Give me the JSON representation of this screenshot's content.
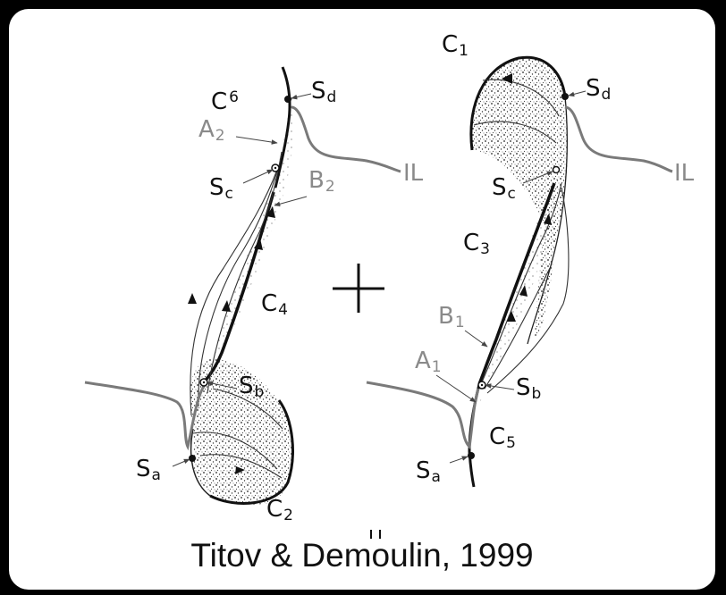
{
  "caption": "Titov & Demoulin, 1999",
  "plus_sign": "+",
  "left_panel": {
    "labels": {
      "C6": {
        "main": "C",
        "sub": "6"
      },
      "Sd": {
        "main": "S",
        "sub": "d"
      },
      "A2": {
        "main": "A",
        "sub": "2"
      },
      "Sc": {
        "main": "S",
        "sub": "c"
      },
      "B2": {
        "main": "B",
        "sub": "2"
      },
      "IL": {
        "main": "IL",
        "sub": ""
      },
      "C4": {
        "main": "C",
        "sub": "4"
      },
      "Sb": {
        "main": "S",
        "sub": "b"
      },
      "Sa": {
        "main": "S",
        "sub": "a"
      },
      "C2": {
        "main": "C",
        "sub": "2"
      }
    }
  },
  "right_panel": {
    "labels": {
      "C1": {
        "main": "C",
        "sub": "1"
      },
      "Sd": {
        "main": "S",
        "sub": "d"
      },
      "Sc": {
        "main": "S",
        "sub": "c"
      },
      "IL": {
        "main": "IL",
        "sub": ""
      },
      "C3": {
        "main": "C",
        "sub": "3"
      },
      "B1": {
        "main": "B",
        "sub": "1"
      },
      "A1": {
        "main": "A",
        "sub": "1"
      },
      "Sb": {
        "main": "S",
        "sub": "b"
      },
      "C5": {
        "main": "C",
        "sub": "5"
      },
      "Sa": {
        "main": "S",
        "sub": "a"
      }
    }
  },
  "colors": {
    "background": "#000000",
    "panel": "#ffffff",
    "ink": "#111111",
    "grey_label": "#8a8a8a",
    "grey_curve": "#7a7a7a"
  }
}
